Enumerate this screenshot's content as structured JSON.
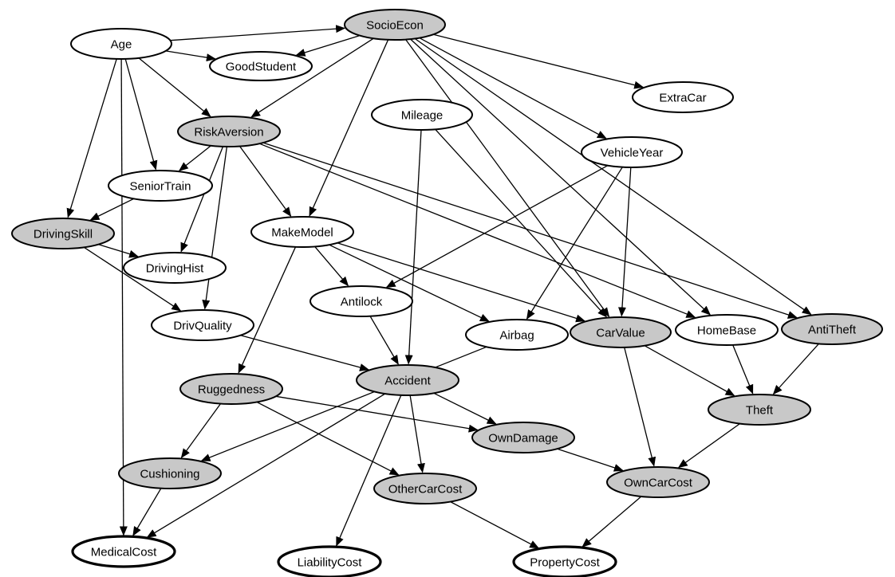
{
  "diagram": {
    "colors": {
      "shaded_fill": "#c8c8c8",
      "plain_fill": "#ffffff",
      "stroke": "#000000"
    },
    "nodes": [
      {
        "id": "Age",
        "label": "Age",
        "shaded": false,
        "emphasis": false
      },
      {
        "id": "SocioEcon",
        "label": "SocioEcon",
        "shaded": true,
        "emphasis": false
      },
      {
        "id": "GoodStudent",
        "label": "GoodStudent",
        "shaded": false,
        "emphasis": false
      },
      {
        "id": "ExtraCar",
        "label": "ExtraCar",
        "shaded": false,
        "emphasis": false
      },
      {
        "id": "Mileage",
        "label": "Mileage",
        "shaded": false,
        "emphasis": false
      },
      {
        "id": "RiskAversion",
        "label": "RiskAversion",
        "shaded": true,
        "emphasis": false
      },
      {
        "id": "VehicleYear",
        "label": "VehicleYear",
        "shaded": false,
        "emphasis": false
      },
      {
        "id": "SeniorTrain",
        "label": "SeniorTrain",
        "shaded": false,
        "emphasis": false
      },
      {
        "id": "DrivingSkill",
        "label": "DrivingSkill",
        "shaded": true,
        "emphasis": false
      },
      {
        "id": "MakeModel",
        "label": "MakeModel",
        "shaded": false,
        "emphasis": false
      },
      {
        "id": "DrivingHist",
        "label": "DrivingHist",
        "shaded": false,
        "emphasis": false
      },
      {
        "id": "Antilock",
        "label": "Antilock",
        "shaded": false,
        "emphasis": false
      },
      {
        "id": "DrivQuality",
        "label": "DrivQuality",
        "shaded": false,
        "emphasis": false
      },
      {
        "id": "Airbag",
        "label": "Airbag",
        "shaded": false,
        "emphasis": false
      },
      {
        "id": "CarValue",
        "label": "CarValue",
        "shaded": true,
        "emphasis": false
      },
      {
        "id": "HomeBase",
        "label": "HomeBase",
        "shaded": false,
        "emphasis": false
      },
      {
        "id": "AntiTheft",
        "label": "AntiTheft",
        "shaded": true,
        "emphasis": false
      },
      {
        "id": "Accident",
        "label": "Accident",
        "shaded": true,
        "emphasis": false
      },
      {
        "id": "Ruggedness",
        "label": "Ruggedness",
        "shaded": true,
        "emphasis": false
      },
      {
        "id": "Theft",
        "label": "Theft",
        "shaded": true,
        "emphasis": false
      },
      {
        "id": "OwnDamage",
        "label": "OwnDamage",
        "shaded": true,
        "emphasis": false
      },
      {
        "id": "Cushioning",
        "label": "Cushioning",
        "shaded": true,
        "emphasis": false
      },
      {
        "id": "OtherCarCost",
        "label": "OtherCarCost",
        "shaded": true,
        "emphasis": false
      },
      {
        "id": "OwnCarCost",
        "label": "OwnCarCost",
        "shaded": true,
        "emphasis": false
      },
      {
        "id": "MedicalCost",
        "label": "MedicalCost",
        "shaded": false,
        "emphasis": true
      },
      {
        "id": "LiabilityCost",
        "label": "LiabilityCost",
        "shaded": false,
        "emphasis": true
      },
      {
        "id": "PropertyCost",
        "label": "PropertyCost",
        "shaded": false,
        "emphasis": true
      }
    ],
    "edges": [
      [
        "Age",
        "SocioEcon"
      ],
      [
        "Age",
        "GoodStudent"
      ],
      [
        "Age",
        "RiskAversion"
      ],
      [
        "Age",
        "SeniorTrain"
      ],
      [
        "Age",
        "DrivingSkill"
      ],
      [
        "Age",
        "MedicalCost"
      ],
      [
        "SocioEcon",
        "GoodStudent"
      ],
      [
        "SocioEcon",
        "ExtraCar"
      ],
      [
        "SocioEcon",
        "RiskAversion"
      ],
      [
        "SocioEcon",
        "VehicleYear"
      ],
      [
        "SocioEcon",
        "MakeModel"
      ],
      [
        "SocioEcon",
        "HomeBase"
      ],
      [
        "SocioEcon",
        "AntiTheft"
      ],
      [
        "SocioEcon",
        "CarValue"
      ],
      [
        "RiskAversion",
        "SeniorTrain"
      ],
      [
        "RiskAversion",
        "DrivingHist"
      ],
      [
        "RiskAversion",
        "DrivQuality"
      ],
      [
        "RiskAversion",
        "MakeModel"
      ],
      [
        "RiskAversion",
        "HomeBase"
      ],
      [
        "RiskAversion",
        "AntiTheft"
      ],
      [
        "SeniorTrain",
        "DrivingSkill"
      ],
      [
        "DrivingSkill",
        "DrivingHist"
      ],
      [
        "DrivingSkill",
        "DrivQuality"
      ],
      [
        "Mileage",
        "Accident"
      ],
      [
        "Mileage",
        "CarValue"
      ],
      [
        "VehicleYear",
        "Antilock"
      ],
      [
        "VehicleYear",
        "Airbag"
      ],
      [
        "VehicleYear",
        "CarValue"
      ],
      [
        "MakeModel",
        "Antilock"
      ],
      [
        "MakeModel",
        "Airbag"
      ],
      [
        "MakeModel",
        "CarValue"
      ],
      [
        "MakeModel",
        "Ruggedness"
      ],
      [
        "Antilock",
        "Accident"
      ],
      [
        "DrivQuality",
        "Accident"
      ],
      [
        "Airbag",
        "Cushioning"
      ],
      [
        "Ruggedness",
        "Cushioning"
      ],
      [
        "Ruggedness",
        "OwnDamage"
      ],
      [
        "Ruggedness",
        "OtherCarCost"
      ],
      [
        "Accident",
        "OwnDamage"
      ],
      [
        "Accident",
        "OtherCarCost"
      ],
      [
        "Accident",
        "MedicalCost"
      ],
      [
        "Accident",
        "LiabilityCost"
      ],
      [
        "CarValue",
        "Theft"
      ],
      [
        "CarValue",
        "OwnCarCost"
      ],
      [
        "HomeBase",
        "Theft"
      ],
      [
        "AntiTheft",
        "Theft"
      ],
      [
        "Theft",
        "OwnCarCost"
      ],
      [
        "OwnDamage",
        "OwnCarCost"
      ],
      [
        "Cushioning",
        "MedicalCost"
      ],
      [
        "OtherCarCost",
        "PropertyCost"
      ],
      [
        "OwnCarCost",
        "PropertyCost"
      ]
    ]
  }
}
